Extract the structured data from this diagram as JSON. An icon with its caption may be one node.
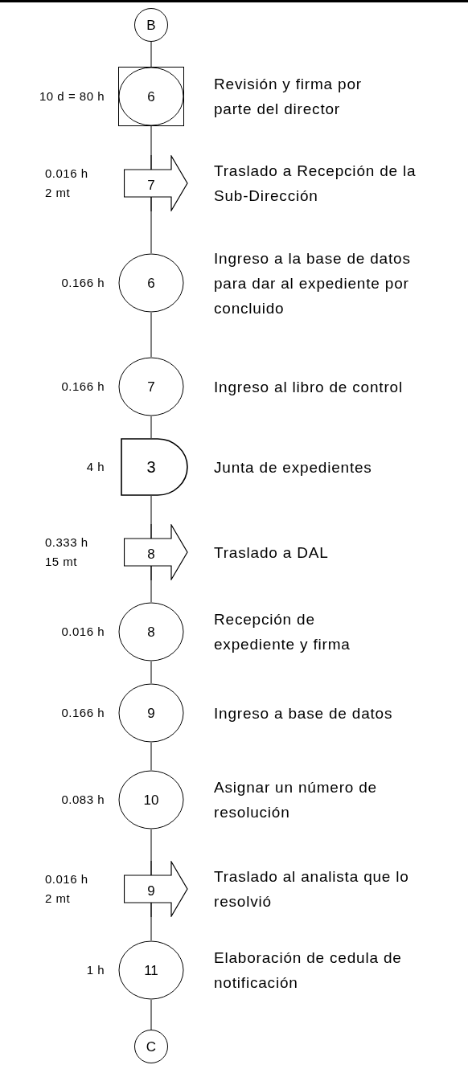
{
  "diagram": {
    "nodes": [
      {
        "text": [
          "B"
        ]
      },
      {
        "text": [
          "6"
        ],
        "beside": [
          "10 d = 80 h",
          "Revisión y firma por parte del director"
        ]
      },
      {
        "text": [
          "7"
        ],
        "beside": [
          "0.016 h",
          "2 mt",
          "Traslado a Recepción de la Sub-Dirección"
        ]
      },
      {
        "text": [
          "6"
        ],
        "beside": [
          "0.166 h",
          "Ingreso a la base de datos para dar al expediente por concluido"
        ]
      },
      {
        "text": [
          "7"
        ],
        "beside": [
          "0.166 h",
          "Ingreso al libro de control"
        ]
      },
      {
        "text": [
          "3"
        ],
        "beside": [
          "4 h",
          "Junta de expedientes"
        ]
      },
      {
        "text": [
          "8"
        ],
        "beside": [
          "0.333 h",
          "15 mt",
          "Traslado a DAL"
        ]
      },
      {
        "text": [
          "8"
        ],
        "beside": [
          "0.016 h",
          "Recepción de expediente y firma"
        ]
      },
      {
        "text": [
          "9"
        ],
        "beside": [
          "0.166 h",
          "Ingreso a base de datos"
        ]
      },
      {
        "text": [
          "10"
        ],
        "beside": [
          "0.083 h",
          "Asignar un número de resolución"
        ]
      },
      {
        "text": [
          "9"
        ],
        "beside": [
          "0.016 h",
          "2 mt",
          "Traslado al analista que lo resolvió"
        ]
      },
      {
        "text": [
          "11"
        ],
        "beside": [
          "1 h",
          "Elaboración de cedula de notificación"
        ]
      },
      {
        "text": [
          "C"
        ]
      }
    ],
    "edges": [
      {
        "from": 0,
        "to": 1,
        "arrow": "none"
      },
      {
        "from": 1,
        "to": 2,
        "arrow": "none"
      },
      {
        "from": 2,
        "to": 3,
        "arrow": "none"
      },
      {
        "from": 3,
        "to": 4,
        "arrow": "none"
      },
      {
        "from": 4,
        "to": 5,
        "arrow": "none"
      },
      {
        "from": 5,
        "to": 6,
        "arrow": "none"
      },
      {
        "from": 6,
        "to": 7,
        "arrow": "none"
      },
      {
        "from": 7,
        "to": 8,
        "arrow": "none"
      },
      {
        "from": 8,
        "to": 9,
        "arrow": "none"
      },
      {
        "from": 9,
        "to": 10,
        "arrow": "none"
      },
      {
        "from": 10,
        "to": 11,
        "arrow": "none"
      },
      {
        "from": 11,
        "to": 12,
        "arrow": "none"
      }
    ]
  }
}
